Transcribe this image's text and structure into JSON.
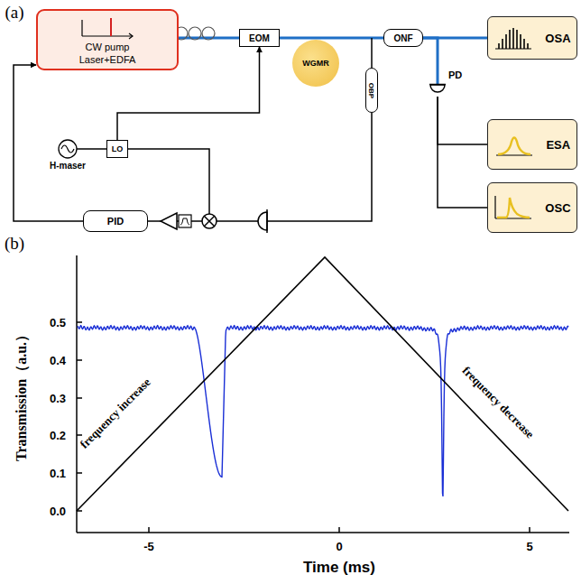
{
  "diagram": {
    "nodes": [
      {
        "text": [
          "CW pump Laser+EDFA"
        ]
      },
      {
        "text": [
          "EOM"
        ]
      },
      {
        "text": [
          "WGMR"
        ]
      },
      {
        "text": [
          "OBP"
        ]
      },
      {
        "text": [
          "ONF"
        ]
      },
      {
        "text": [
          "OSA"
        ]
      },
      {
        "text": [
          "PD"
        ]
      },
      {
        "text": [
          "ESA"
        ]
      },
      {
        "text": [
          "OSC"
        ]
      },
      {
        "text": [
          "H-maser"
        ]
      },
      {
        "text": [
          "LO"
        ]
      },
      {
        "text": [
          "PID"
        ]
      }
    ],
    "edges": [
      {
        "from": 0,
        "to": 1,
        "arrow": "none"
      },
      {
        "from": 1,
        "to": 4,
        "arrow": "none"
      },
      {
        "from": 4,
        "to": 5,
        "arrow": "none"
      },
      {
        "from": 4,
        "to": 6,
        "arrow": "none"
      },
      {
        "from": 6,
        "to": 7,
        "arrow": "none"
      },
      {
        "from": 6,
        "to": 8,
        "arrow": "none"
      },
      {
        "from": 9,
        "to": 10,
        "arrow": "none"
      },
      {
        "from": 10,
        "to": 1,
        "arrow": "to"
      },
      {
        "from": 3,
        "to": 11,
        "arrow": "none"
      },
      {
        "from": 11,
        "to": 0,
        "arrow": "to"
      }
    ],
    "labels": [
      "(a)",
      "(b)",
      "Transmission（a.u.）",
      "0.0",
      "0.1",
      "0.2",
      "0.3",
      "0.4",
      "0.5",
      "-5",
      "0",
      "5",
      "Time (ms)",
      "frequency increase",
      "frequency decrease"
    ]
  }
}
